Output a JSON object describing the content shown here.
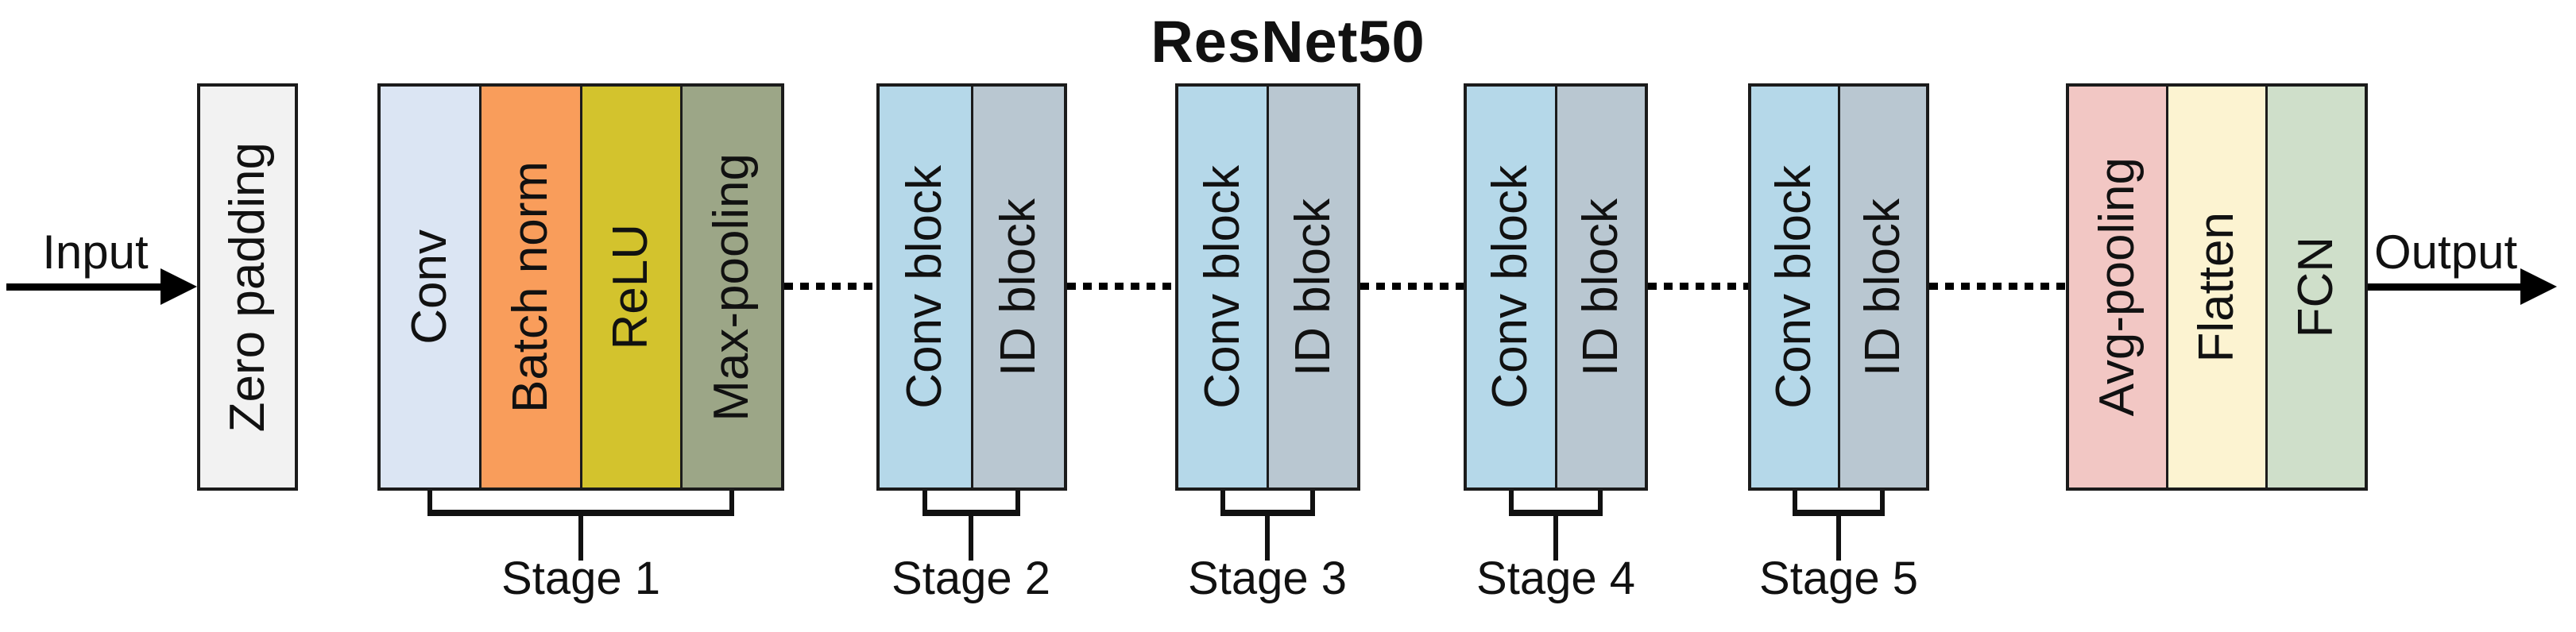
{
  "title": "ResNet50",
  "flow": {
    "input_label": "Input",
    "output_label": "Output"
  },
  "zero_padding": {
    "label": "Zero padding",
    "color": "#f2f2f2"
  },
  "stages": [
    {
      "label": "Stage 1",
      "blocks": [
        {
          "label": "Conv",
          "color": "#dbe5f3"
        },
        {
          "label": "Batch norm",
          "color": "#f99d5b"
        },
        {
          "label": "ReLU",
          "color": "#d3c32d"
        },
        {
          "label": "Max-pooling",
          "color": "#9ca687"
        }
      ]
    },
    {
      "label": "Stage 2",
      "blocks": [
        {
          "label": "Conv block",
          "color": "#b5d8e9"
        },
        {
          "label": "ID block",
          "color": "#b9c7d1"
        }
      ]
    },
    {
      "label": "Stage 3",
      "blocks": [
        {
          "label": "Conv block",
          "color": "#b5d8e9"
        },
        {
          "label": "ID block",
          "color": "#b9c7d1"
        }
      ]
    },
    {
      "label": "Stage 4",
      "blocks": [
        {
          "label": "Conv block",
          "color": "#b5d8e9"
        },
        {
          "label": "ID block",
          "color": "#b9c7d1"
        }
      ]
    },
    {
      "label": "Stage 5",
      "blocks": [
        {
          "label": "Conv block",
          "color": "#b5d8e9"
        },
        {
          "label": "ID block",
          "color": "#b9c7d1"
        }
      ]
    }
  ],
  "head_blocks": [
    {
      "label": "Avg-pooling",
      "color": "#f2c7c4"
    },
    {
      "label": "Flatten",
      "color": "#fcf3d1"
    },
    {
      "label": "FCN",
      "color": "#cfdfca"
    }
  ],
  "style": {
    "border_color": "#1b1b1b",
    "connector_color": "#000000",
    "background": "#ffffff"
  }
}
